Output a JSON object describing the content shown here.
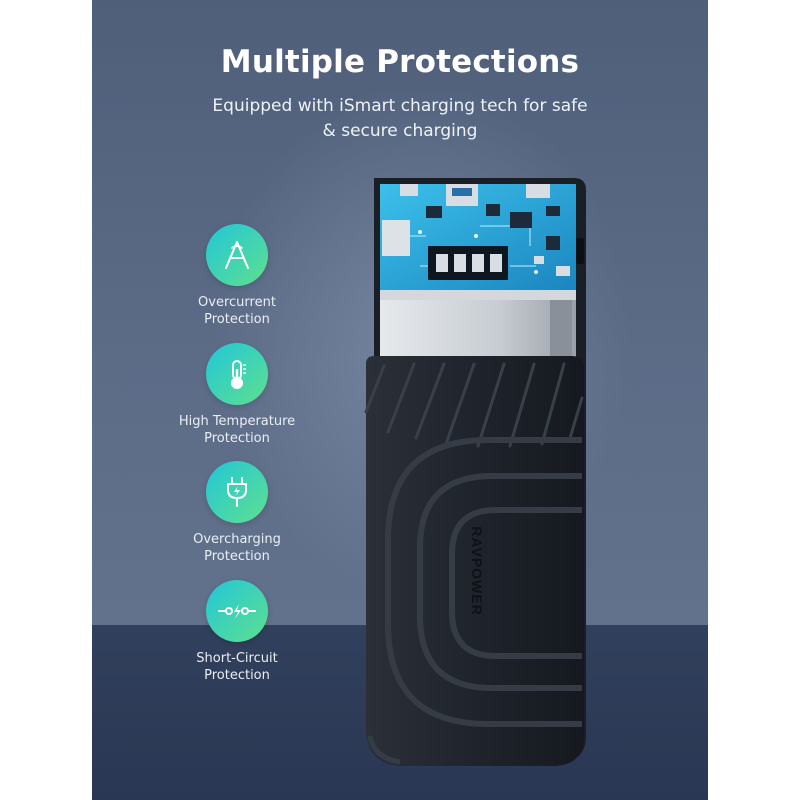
{
  "header": {
    "title": "Multiple Protections",
    "subtitle_line1": "Equipped with iSmart charging tech for safe",
    "subtitle_line2": "& secure charging"
  },
  "features": [
    {
      "icon": "overcurrent-icon",
      "line1": "Overcurrent",
      "line2": "Protection"
    },
    {
      "icon": "thermometer-icon",
      "line1": "High Temperature",
      "line2": "Protection"
    },
    {
      "icon": "plug-bolt-icon",
      "line1": "Overcharging",
      "line2": "Protection"
    },
    {
      "icon": "short-circuit-icon",
      "line1": "Short-Circuit",
      "line2": "Protection"
    }
  ],
  "product": {
    "brand": "RAVPOWER",
    "colors": {
      "shell": "#1f242c",
      "board": "#2aa8d8",
      "cell": "#c8cdd3"
    }
  },
  "colors": {
    "background_top": "#4f5f7a",
    "floor": "#2c3956",
    "icon_gradient_start": "#21c6d8",
    "icon_gradient_end": "#5fe08f"
  }
}
